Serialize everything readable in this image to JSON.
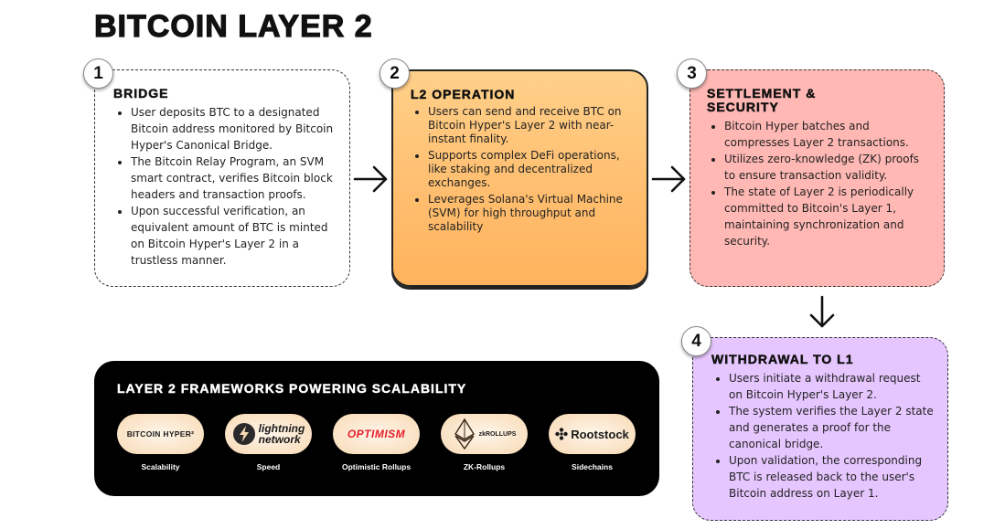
{
  "title": "BITCOIN LAYER 2",
  "steps": [
    {
      "number": "1",
      "heading": "BRIDGE",
      "bullets": [
        "User deposits BTC to a designated Bitcoin address monitored by Bitcoin Hyper's Canonical Bridge.",
        "The Bitcoin Relay Program, an SVM smart contract, verifies Bitcoin block headers and transaction proofs.",
        "Upon successful verification, an equivalent amount of BTC is minted on Bitcoin Hyper's Layer 2 in a trustless manner."
      ]
    },
    {
      "number": "2",
      "heading": "L2 OPERATION",
      "bullets": [
        "Users can send and receive BTC on Bitcoin Hyper's Layer 2 with near-instant finality.",
        "Supports complex DeFi operations, like staking and decentralized exchanges.",
        "Leverages Solana's Virtual Machine (SVM) for high throughput and scalability"
      ]
    },
    {
      "number": "3",
      "heading": "SETTLEMENT & SECURITY",
      "bullets": [
        "Bitcoin Hyper batches and compresses Layer 2 transactions.",
        "Utilizes zero-knowledge (ZK) proofs to ensure transaction validity.",
        "The state of Layer 2 is periodically committed to Bitcoin's Layer 1, maintaining synchronization and security."
      ]
    },
    {
      "number": "4",
      "heading": "WITHDRAWAL TO L1",
      "bullets": [
        "Users initiate a withdrawal request on Bitcoin Hyper's Layer 2.",
        "The system verifies the Layer 2 state and generates a proof for the canonical bridge.",
        "Upon validation, the corresponding BTC is released back to the user's Bitcoin address on Layer 1."
      ]
    }
  ],
  "frameworks": {
    "heading": "LAYER 2 FRAMEWORKS POWERING SCALABILITY",
    "items": [
      {
        "logo": "BITCOIN HYPER²",
        "caption": "Scalability",
        "icon": "bitcoin-hyper-icon"
      },
      {
        "logo_line1": "lightning",
        "logo_line2": "network",
        "caption": "Speed",
        "icon": "lightning-bolt-icon"
      },
      {
        "logo": "OPTIMISM",
        "caption": "Optimistic Rollups",
        "icon": "optimism-icon"
      },
      {
        "logo": "zkROLLUPS",
        "caption": "ZK-Rollups",
        "icon": "ethereum-icon"
      },
      {
        "logo": "Rootstock",
        "caption": "Sidechains",
        "icon": "rootstock-icon"
      }
    ]
  },
  "colors": {
    "card2_bg": "#ffc072",
    "card3_bg": "#ffb8b4",
    "card4_bg": "#e6c6ff",
    "optimism_red": "#e8202a"
  }
}
